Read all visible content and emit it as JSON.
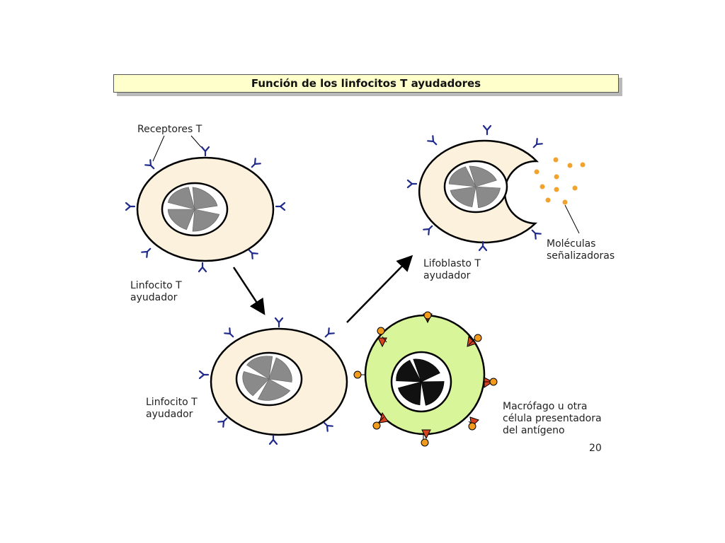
{
  "title": "Función de los linfocitos T ayudadores",
  "labels": {
    "receptors": "Receptores T",
    "cell1_line1": "Linfocito T",
    "cell1_line2": "ayudador",
    "cell2_line1": "Linfocito T",
    "cell2_line2": "ayudador",
    "blast_line1": "Lifoblasto T",
    "blast_line2": "ayudador",
    "signal_line1": "Moléculas",
    "signal_line2": "señalizadoras",
    "macro_line1": "Macrófago u otra",
    "macro_line2": "célula presentadora",
    "macro_line3": "del antígeno"
  },
  "page_number": "20",
  "colors": {
    "cell_fill": "#fbf1dc",
    "nucleus_fill": "#ffffff",
    "chromatin": "#8a8a8a",
    "receptor": "#1f2a8c",
    "macrophage_fill": "#d8f59a",
    "antigen_dot": "#f29a1b",
    "antigen_triangle": "#d8431e",
    "signal_dot": "#f2a32d"
  },
  "icons": [
    "receptor-y-icon",
    "arrow-icon"
  ]
}
